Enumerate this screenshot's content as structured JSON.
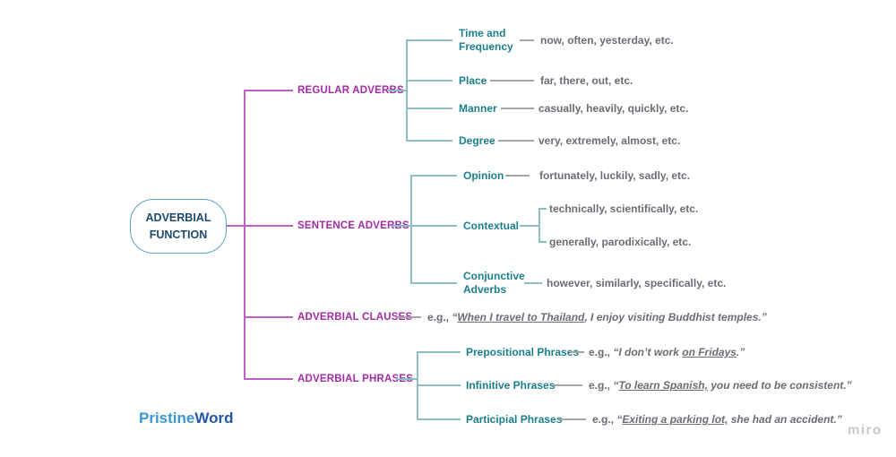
{
  "root": {
    "label": "ADVERBIAL FUNCTION"
  },
  "branches": [
    {
      "label": "REGULAR ADVERBS",
      "children": [
        {
          "label": "Time and Frequency",
          "example": "now, often, yesterday, etc."
        },
        {
          "label": "Place",
          "example": "far, there, out, etc."
        },
        {
          "label": "Manner",
          "example": "casually, heavily, quickly, etc."
        },
        {
          "label": "Degree",
          "example": "very, extremely, almost, etc."
        }
      ]
    },
    {
      "label": "SENTENCE ADVERBS",
      "children": [
        {
          "label": "Opinion",
          "example": "fortunately, luckily, sadly, etc."
        },
        {
          "label": "Contextual",
          "examples": [
            "technically, scientifically, etc.",
            "generally, parodixically, etc."
          ]
        },
        {
          "label": "Conjunctive Adverbs",
          "example": "however, similarly, specifically, etc."
        }
      ]
    },
    {
      "label": "ADVERBIAL CLAUSES",
      "example": {
        "prefix": "e.g., ",
        "segments": [
          {
            "t": "“",
            "u": false
          },
          {
            "t": "When I travel to Thailand",
            "u": true
          },
          {
            "t": ", I enjoy visiting Buddhist temples.”",
            "u": false
          }
        ]
      }
    },
    {
      "label": "ADVERBIAL PHRASES",
      "children": [
        {
          "label": "Prepositional Phrases",
          "example": {
            "prefix": "e.g., ",
            "segments": [
              {
                "t": "“I don’t work ",
                "u": false
              },
              {
                "t": "on Fridays",
                "u": true
              },
              {
                "t": ".”",
                "u": false
              }
            ]
          }
        },
        {
          "label": "Infinitive Phrases",
          "example": {
            "prefix": "e.g., ",
            "segments": [
              {
                "t": "“",
                "u": false
              },
              {
                "t": "To learn Spanish,",
                "u": true
              },
              {
                "t": " you need to be consistent.”",
                "u": false
              }
            ]
          }
        },
        {
          "label": "Participial Phrases",
          "example": {
            "prefix": "e.g., ",
            "segments": [
              {
                "t": "“",
                "u": false
              },
              {
                "t": "Exiting a parking lot,",
                "u": true
              },
              {
                "t": " she had an accident.”",
                "u": false
              }
            ]
          }
        }
      ]
    }
  ],
  "logo": {
    "first": "Pristine",
    "second": "Word"
  },
  "watermark": "miro",
  "colors": {
    "branch": "#a32ba8",
    "branch_line": "#c05fc2",
    "child": "#1b7f8c",
    "child_line": "#8abec2",
    "example": "#6c6c75",
    "connector": "#a5a5a5",
    "root_text": "#1c4b70",
    "root_border": "#5ba4c9",
    "logo_light": "#3b97d4",
    "logo_dark": "#2458a6",
    "watermark": "#c6c6cb"
  }
}
